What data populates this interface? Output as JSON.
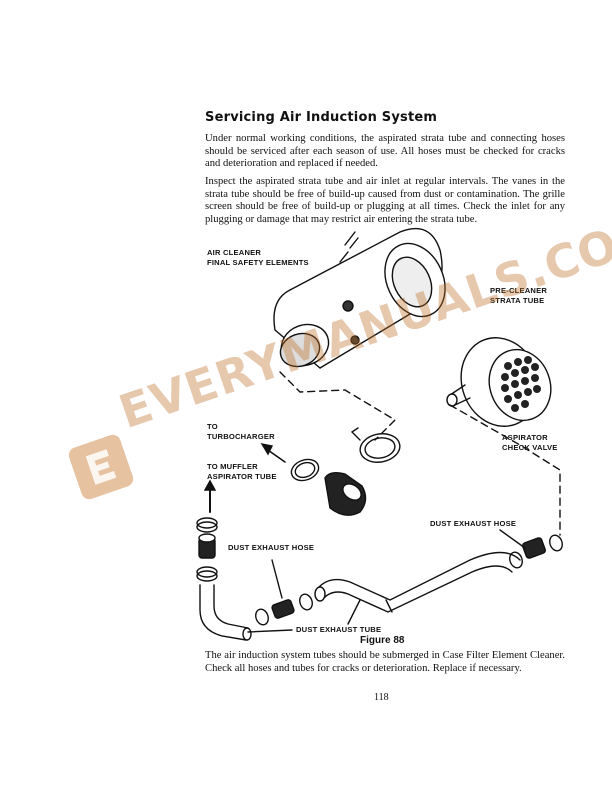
{
  "section": {
    "title": "Servicing Air Induction System",
    "paragraphs": [
      "Under normal working conditions, the aspirated strata tube and connecting hoses should be serviced after each season of use. All hoses must be checked for cracks and deterioration and replaced if needed.",
      "Inspect the aspirated strata tube and air inlet at regular intervals. The vanes in the strata tube should be free of build-up caused from dust or contamination. The grille screen should be free of build-up or plugging at all times. Check the inlet for any plugging or damage that may restrict air entering the strata tube."
    ],
    "after_figure": "The air induction system tubes should be submerged in Case Filter Element Cleaner. Check all hoses and tubes for cracks or deterioration. Replace if necessary."
  },
  "figure": {
    "caption": "Figure 88",
    "labels": {
      "air_cleaner_1": "AIR CLEANER",
      "air_cleaner_2": "FINAL SAFETY ELEMENTS",
      "pre_cleaner_1": "PRE-CLEANER",
      "pre_cleaner_2": "STRATA TUBE",
      "aspirator_1": "ASPIRATOR",
      "aspirator_2": "CHECK VALVE",
      "turbo_1": "TO",
      "turbo_2": "TURBOCHARGER",
      "muffler_1": "TO MUFFLER",
      "muffler_2": "ASPIRATOR TUBE",
      "dust_hose_left": "DUST EXHAUST HOSE",
      "dust_hose_right": "DUST EXHAUST HOSE",
      "dust_tube": "DUST EXHAUST TUBE"
    }
  },
  "watermark": {
    "text": "EVERYMANUALS.COM",
    "logo_letter": "E",
    "color": "#c8782c"
  },
  "page_number": "118"
}
